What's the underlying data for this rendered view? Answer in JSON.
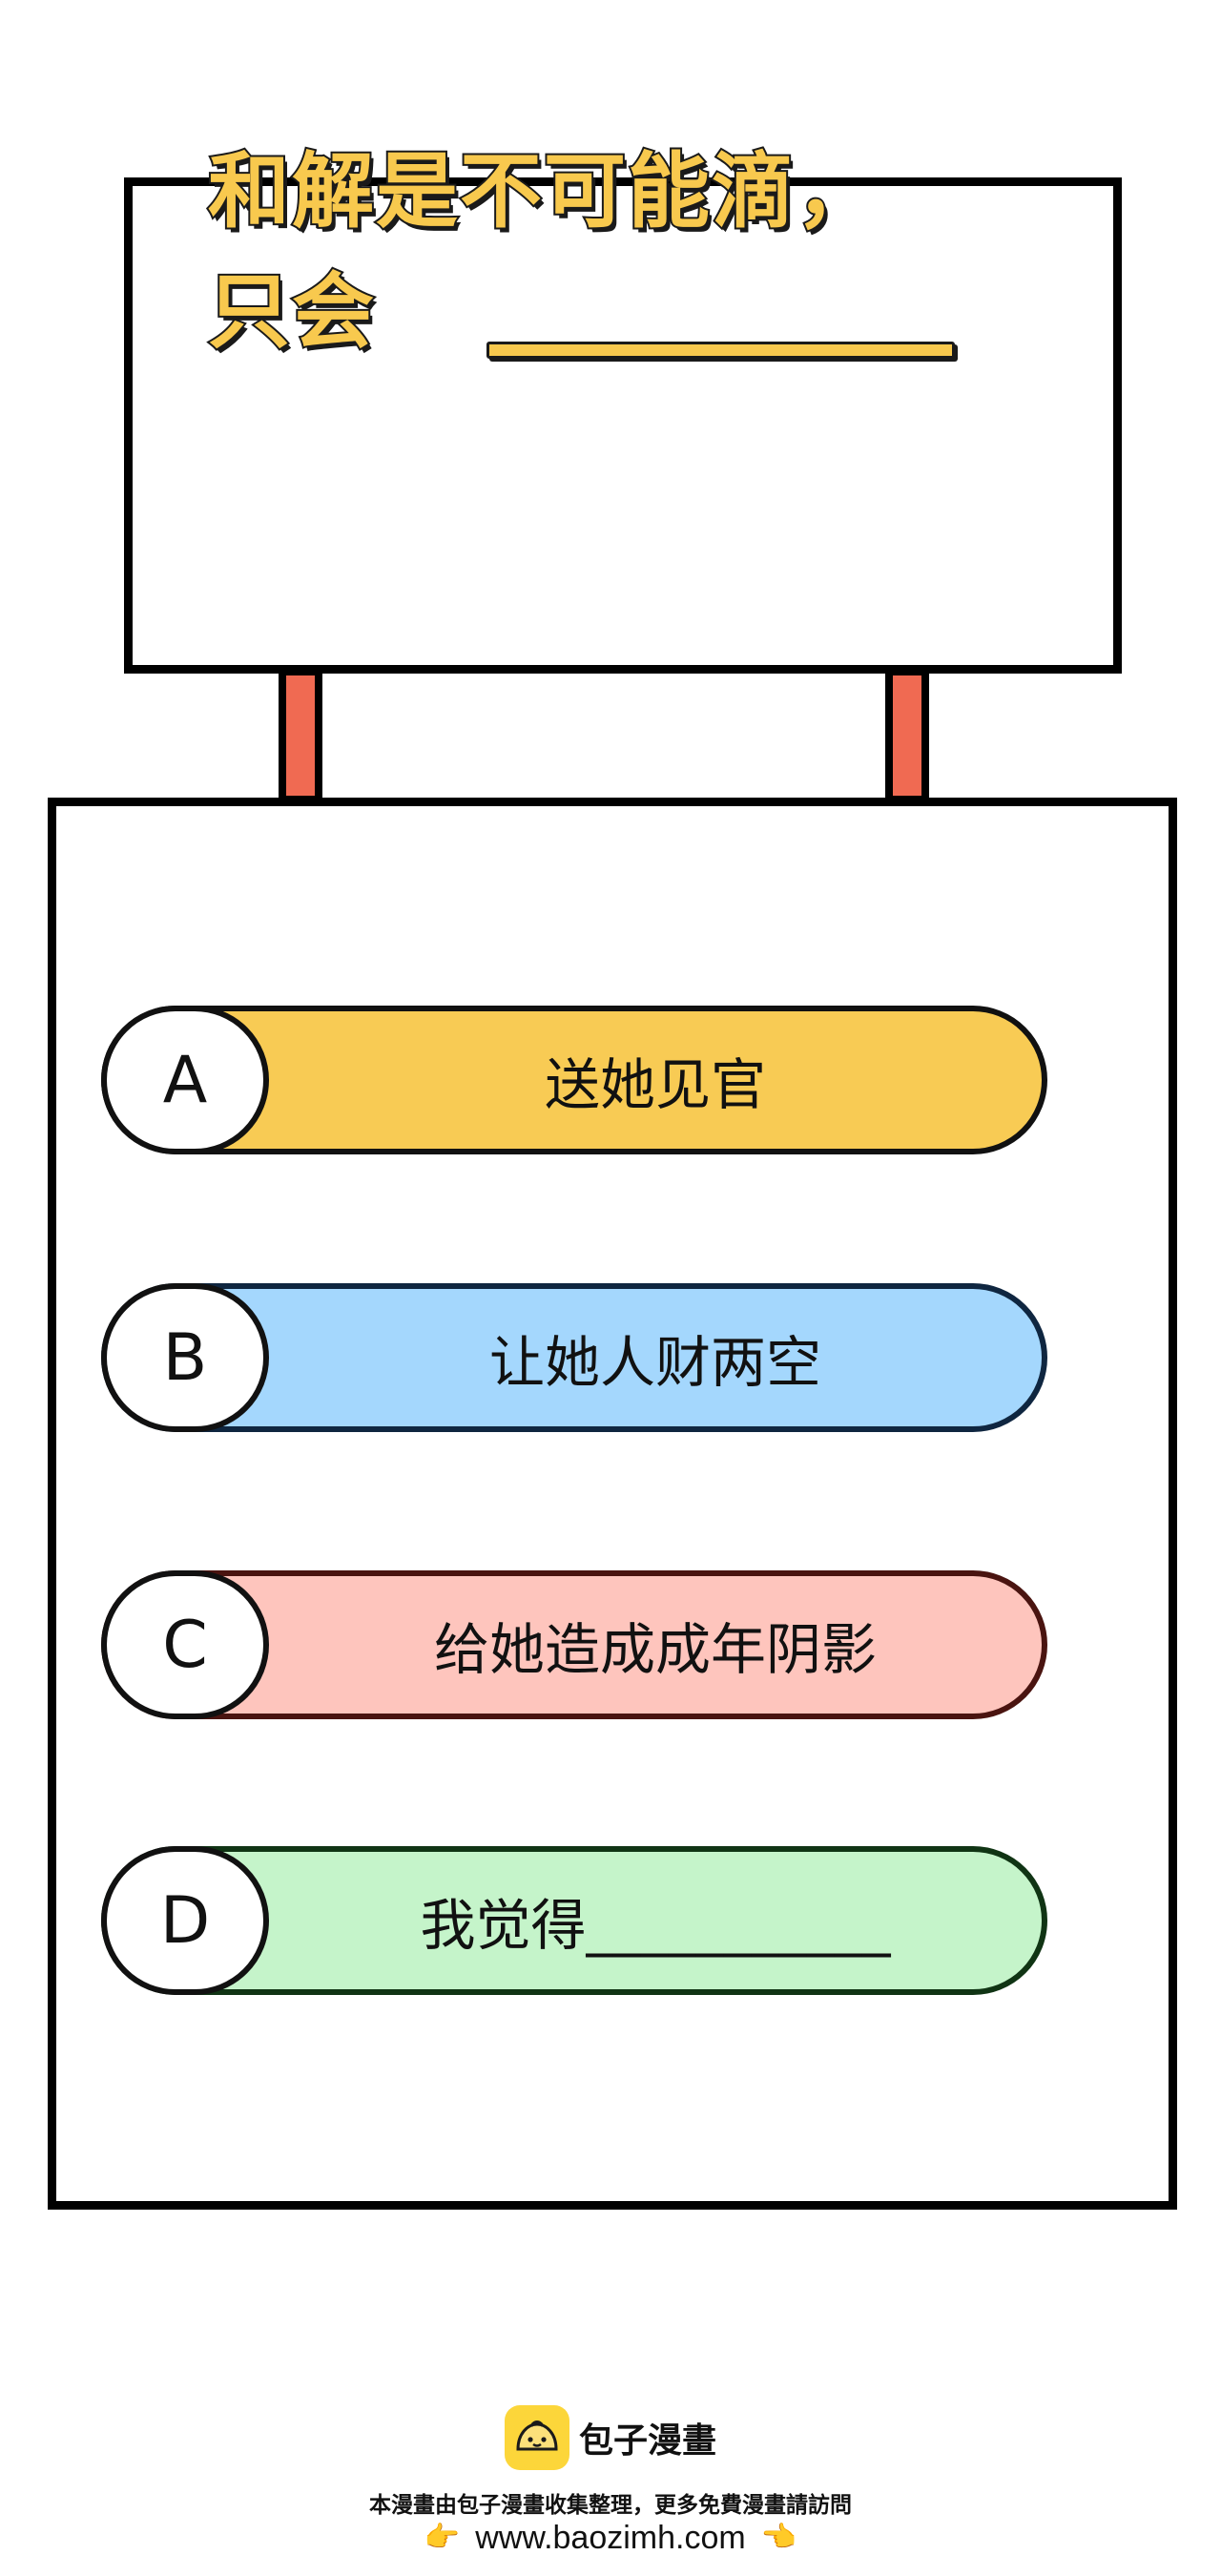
{
  "question": {
    "line1": "和解是不可能滴，",
    "line2": "只会"
  },
  "options": [
    {
      "letter": "A",
      "text": "送她见官",
      "color": "#f8cb54"
    },
    {
      "letter": "B",
      "text": "让她人财两空",
      "color": "#a4d7fd"
    },
    {
      "letter": "C",
      "text": "给她造成成年阴影",
      "color": "#fec5bd"
    },
    {
      "letter": "D",
      "text": "我觉得___________",
      "color": "#c5f4ca"
    }
  ],
  "colors": {
    "sign_text": "#f8c94e",
    "posts": "#f06a52",
    "logo": "#fcd63a"
  },
  "footer": {
    "logo_icon": "bun-face-icon",
    "site_name": "包子漫畫",
    "note": "本漫畫由包子漫畫收集整理，更多免費漫畫請訪問",
    "url": "www.baozimh.com",
    "left_icon": "👉",
    "right_icon": "👈"
  }
}
